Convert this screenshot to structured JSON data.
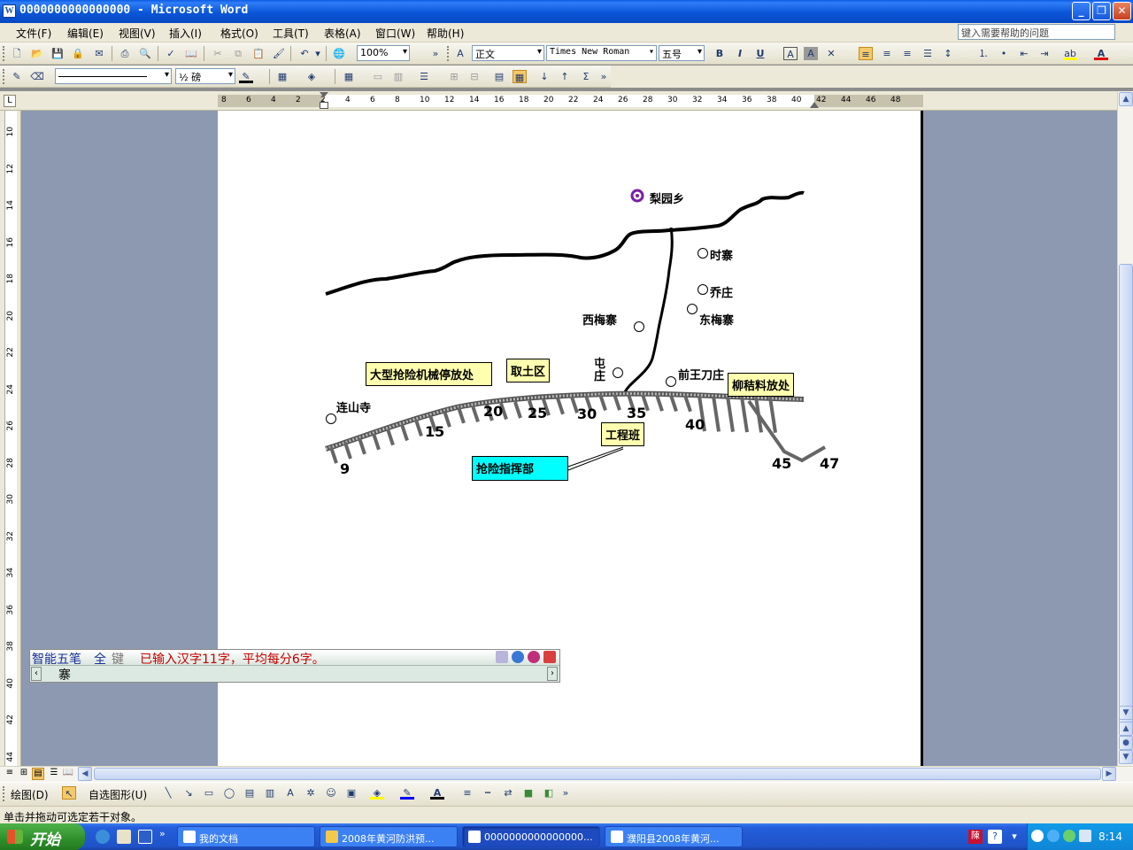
{
  "window": {
    "title": "0000000000000000 - Microsoft Word",
    "help_placeholder": "键入需要帮助的问题"
  },
  "menubar": [
    "文件(F)",
    "编辑(E)",
    "视图(V)",
    "插入(I)",
    "格式(O)",
    "工具(T)",
    "表格(A)",
    "窗口(W)",
    "帮助(H)"
  ],
  "toolbar": {
    "zoom": "100%",
    "style": "正文",
    "font": "Times New Roman",
    "size": "五号",
    "line_weight": "½ 磅"
  },
  "ruler": {
    "h_ticks": [
      "8",
      "6",
      "4",
      "2",
      "2",
      "4",
      "6",
      "8",
      "10",
      "12",
      "14",
      "16",
      "18",
      "20",
      "22",
      "24",
      "26",
      "28",
      "30",
      "32",
      "34",
      "36",
      "38",
      "40",
      "42",
      "44",
      "46",
      "48"
    ],
    "v_ticks": [
      "10",
      "12",
      "14",
      "16",
      "18",
      "20",
      "22",
      "24",
      "26",
      "28",
      "30",
      "32",
      "34",
      "36",
      "38",
      "40",
      "42",
      "44"
    ]
  },
  "map": {
    "village_label": "梨园乡",
    "places": [
      "时寨",
      "乔庄",
      "西梅寨",
      "东梅寨",
      "屯",
      "庄",
      "前王刀庄",
      "连山寺"
    ],
    "boxes": {
      "machinery": "大型抢险机械停放处",
      "soil": "取土区",
      "straw": "柳秸料放处",
      "engineering": "工程班",
      "command": "抢险指挥部"
    },
    "dike_numbers": [
      "9",
      "15",
      "20",
      "25",
      "30",
      "35",
      "40",
      "45",
      "47"
    ]
  },
  "ime": {
    "mode": "智能五笔",
    "full": "全",
    "key": "键",
    "status": "已输入汉字11字，平均每分6字。",
    "candidate": "寨"
  },
  "drawing_toolbar": {
    "draw": "绘图(D)",
    "autoshapes": "自选图形(U)"
  },
  "statusbar": "单击并拖动可选定若干对象。",
  "taskbar": {
    "start": "开始",
    "tasks": [
      "我的文档",
      "2008年黄河防洪预...",
      "0000000000000000...",
      "濮阳县2008年黄河..."
    ],
    "clock": "8:14"
  },
  "colors": {
    "title_blue": "#0a56d8",
    "box_yellow": "#ffffb0",
    "box_cyan": "#00ffff",
    "doc_bg": "#8d99b0"
  }
}
